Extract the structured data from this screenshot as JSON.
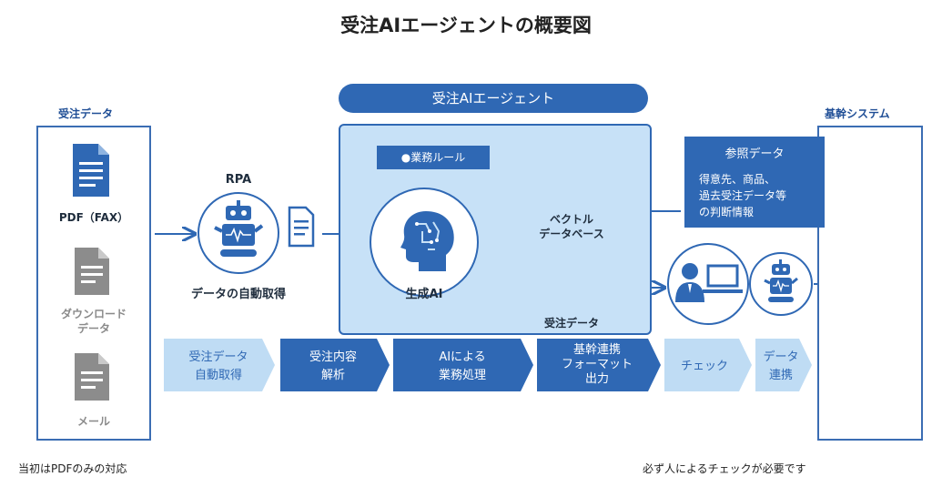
{
  "title": "受注AIエージェントの概要図",
  "input_panel": {
    "label": "受注データ",
    "items": [
      {
        "label": "PDF（FAX）",
        "icon": "document-icon"
      },
      {
        "label_line1": "ダウンロード",
        "label_line2": "データ",
        "icon": "document-icon"
      },
      {
        "label": "メール",
        "icon": "document-icon"
      }
    ]
  },
  "rpa": {
    "label": "RPA",
    "caption": "データの自動取得",
    "icon": "robot-icon"
  },
  "agent": {
    "label": "受注AIエージェント",
    "rules_label": "●業務ルール",
    "ai_label": "生成AI",
    "vector_db_line1": "ベクトル",
    "vector_db_line2": "データベース",
    "order_data_label": "受注データ"
  },
  "core_system": {
    "label": "基幹システム",
    "icon": "server-icon"
  },
  "reference": {
    "title": "参照データ",
    "body": "得意先、商品、\n過去受注データ等\nの判断情報"
  },
  "steps": [
    {
      "line1": "受注データ",
      "line2": "自動取得",
      "style": "light"
    },
    {
      "line1": "受注内容",
      "line2": "解析",
      "style": "dark"
    },
    {
      "line1": "AIによる",
      "line2": "業務処理",
      "style": "dark"
    },
    {
      "line1": "基幹連携",
      "line2": "フォーマット",
      "line3": "出力",
      "style": "dark"
    },
    {
      "line1": "チェック",
      "style": "light"
    },
    {
      "line1": "データ",
      "line2": "連携",
      "style": "light"
    }
  ],
  "notes": {
    "left": "当初はPDFのみの対応",
    "right": "必ず人によるチェックが必要です"
  },
  "colors": {
    "primary": "#2f68b4",
    "light_step": "#bfdcf4",
    "agent_bg": "#c7e1f7"
  }
}
